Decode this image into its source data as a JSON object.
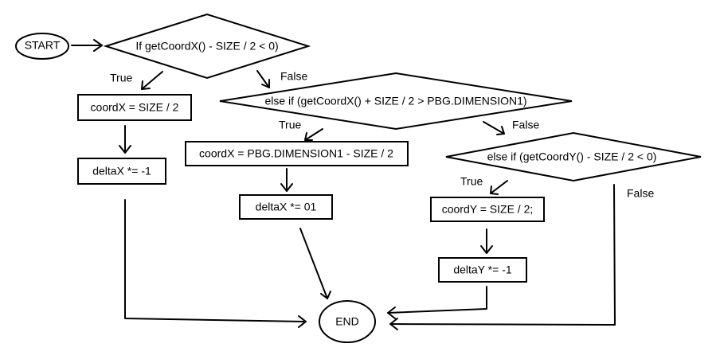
{
  "flowchart": {
    "start": "START",
    "end": "END",
    "decisions": [
      "If getCoordX() - SIZE / 2 < 0)",
      "else if (getCoordX() + SIZE / 2 > PBG.DIMENSION1)",
      "else if (getCoordY() - SIZE / 2 < 0)"
    ],
    "processes": [
      "coordX = SIZE / 2",
      "deltaX *= -1",
      "coordX = PBG.DIMENSION1 - SIZE / 2",
      "deltaX *= 01",
      "coordY = SIZE / 2;",
      "deltaY *= -1"
    ],
    "labels": {
      "true1": "True",
      "false1": "False",
      "true2": "True",
      "false2": "False",
      "true3": "True",
      "false3": "False"
    }
  }
}
